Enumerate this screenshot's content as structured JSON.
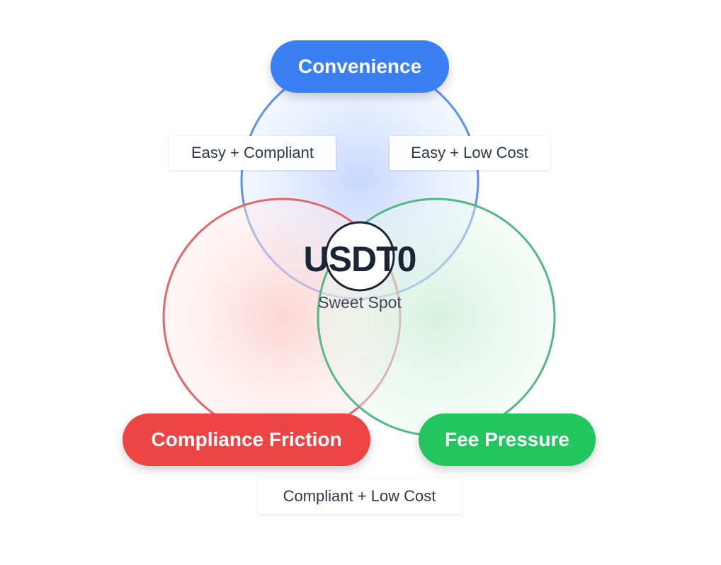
{
  "sets": [
    {
      "id": "convenience",
      "label": "Convenience",
      "color": "#3b7ff5",
      "stroke": "#5b8ff0"
    },
    {
      "id": "compliance",
      "label": "Compliance Friction",
      "color": "#ef4444",
      "stroke": "#e06868"
    },
    {
      "id": "fee",
      "label": "Fee Pressure",
      "color": "#22c55e",
      "stroke": "#52b885"
    }
  ],
  "overlaps": {
    "convenience_compliance": "Easy + Compliant",
    "convenience_fee": "Easy + Low Cost",
    "compliance_fee": "Compliant + Low Cost"
  },
  "center": {
    "title": "USDT0",
    "subtitle": "Sweet Spot"
  }
}
